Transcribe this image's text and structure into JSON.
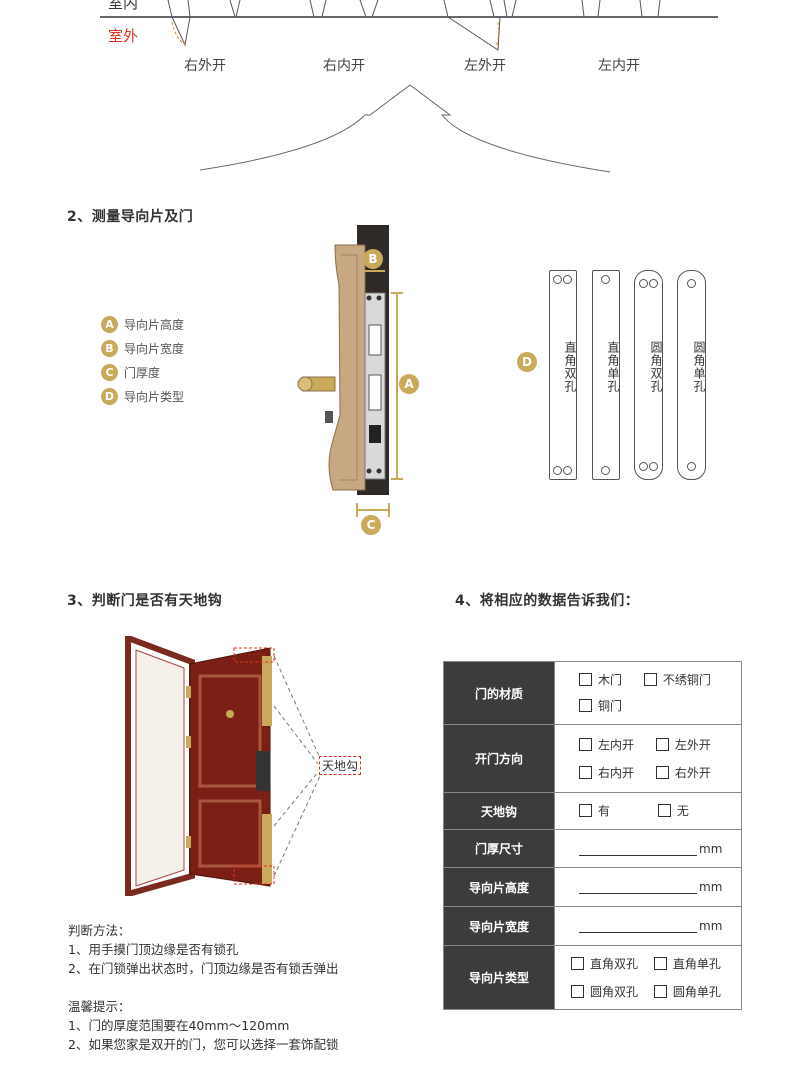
{
  "top": {
    "indoor_label": "室内",
    "outdoor_label": "室外",
    "directions": [
      "右外开",
      "右内开",
      "左外开",
      "左内开"
    ]
  },
  "section2": {
    "title": "2、测量导向片及门",
    "legend": [
      {
        "badge": "A",
        "label": "导向片高度"
      },
      {
        "badge": "B",
        "label": "导向片宽度"
      },
      {
        "badge": "C",
        "label": "门厚度"
      },
      {
        "badge": "D",
        "label": "导向片类型"
      }
    ],
    "marker_a": "A",
    "marker_b": "B",
    "marker_c": "C",
    "marker_d": "D",
    "strips": [
      "直角双孔",
      "直角单孔",
      "圆角双孔",
      "圆角单孔"
    ]
  },
  "section3": {
    "title": "3、判断门是否有天地钩",
    "callout": "天地勾",
    "method_title": "判断方法：",
    "methods": [
      "1、用手摸门顶边缘是否有锁孔",
      "2、在门锁弹出状态时，门顶边缘是否有锁舌弹出"
    ],
    "tip_title": "温馨提示：",
    "tips": [
      "1、门的厚度范围要在40mm～120mm",
      "2、如果您家是双开的门，您可以选择一套饰配锁"
    ]
  },
  "section4": {
    "title": "4、将相应的数据告诉我们：",
    "rows": {
      "material": {
        "label": "门的材质",
        "options": [
          "木门",
          "不绣铜门",
          "铜门"
        ]
      },
      "direction": {
        "label": "开门方向",
        "options": [
          "左内开",
          "左外开",
          "右内开",
          "右外开"
        ]
      },
      "hook": {
        "label": "天地钩",
        "options": [
          "有",
          "无"
        ]
      },
      "thickness": {
        "label": "门厚尺寸",
        "unit": "mm"
      },
      "height": {
        "label": "导向片高度",
        "unit": "mm"
      },
      "width": {
        "label": "导向片宽度",
        "unit": "mm"
      },
      "type": {
        "label": "导向片类型",
        "options": [
          "直角双孔",
          "直角单孔",
          "圆角双孔",
          "圆角单孔"
        ]
      }
    }
  },
  "colors": {
    "gold": "#c9a95a",
    "table_head": "#3c3c3c",
    "outdoor_red": "#e0301e"
  }
}
